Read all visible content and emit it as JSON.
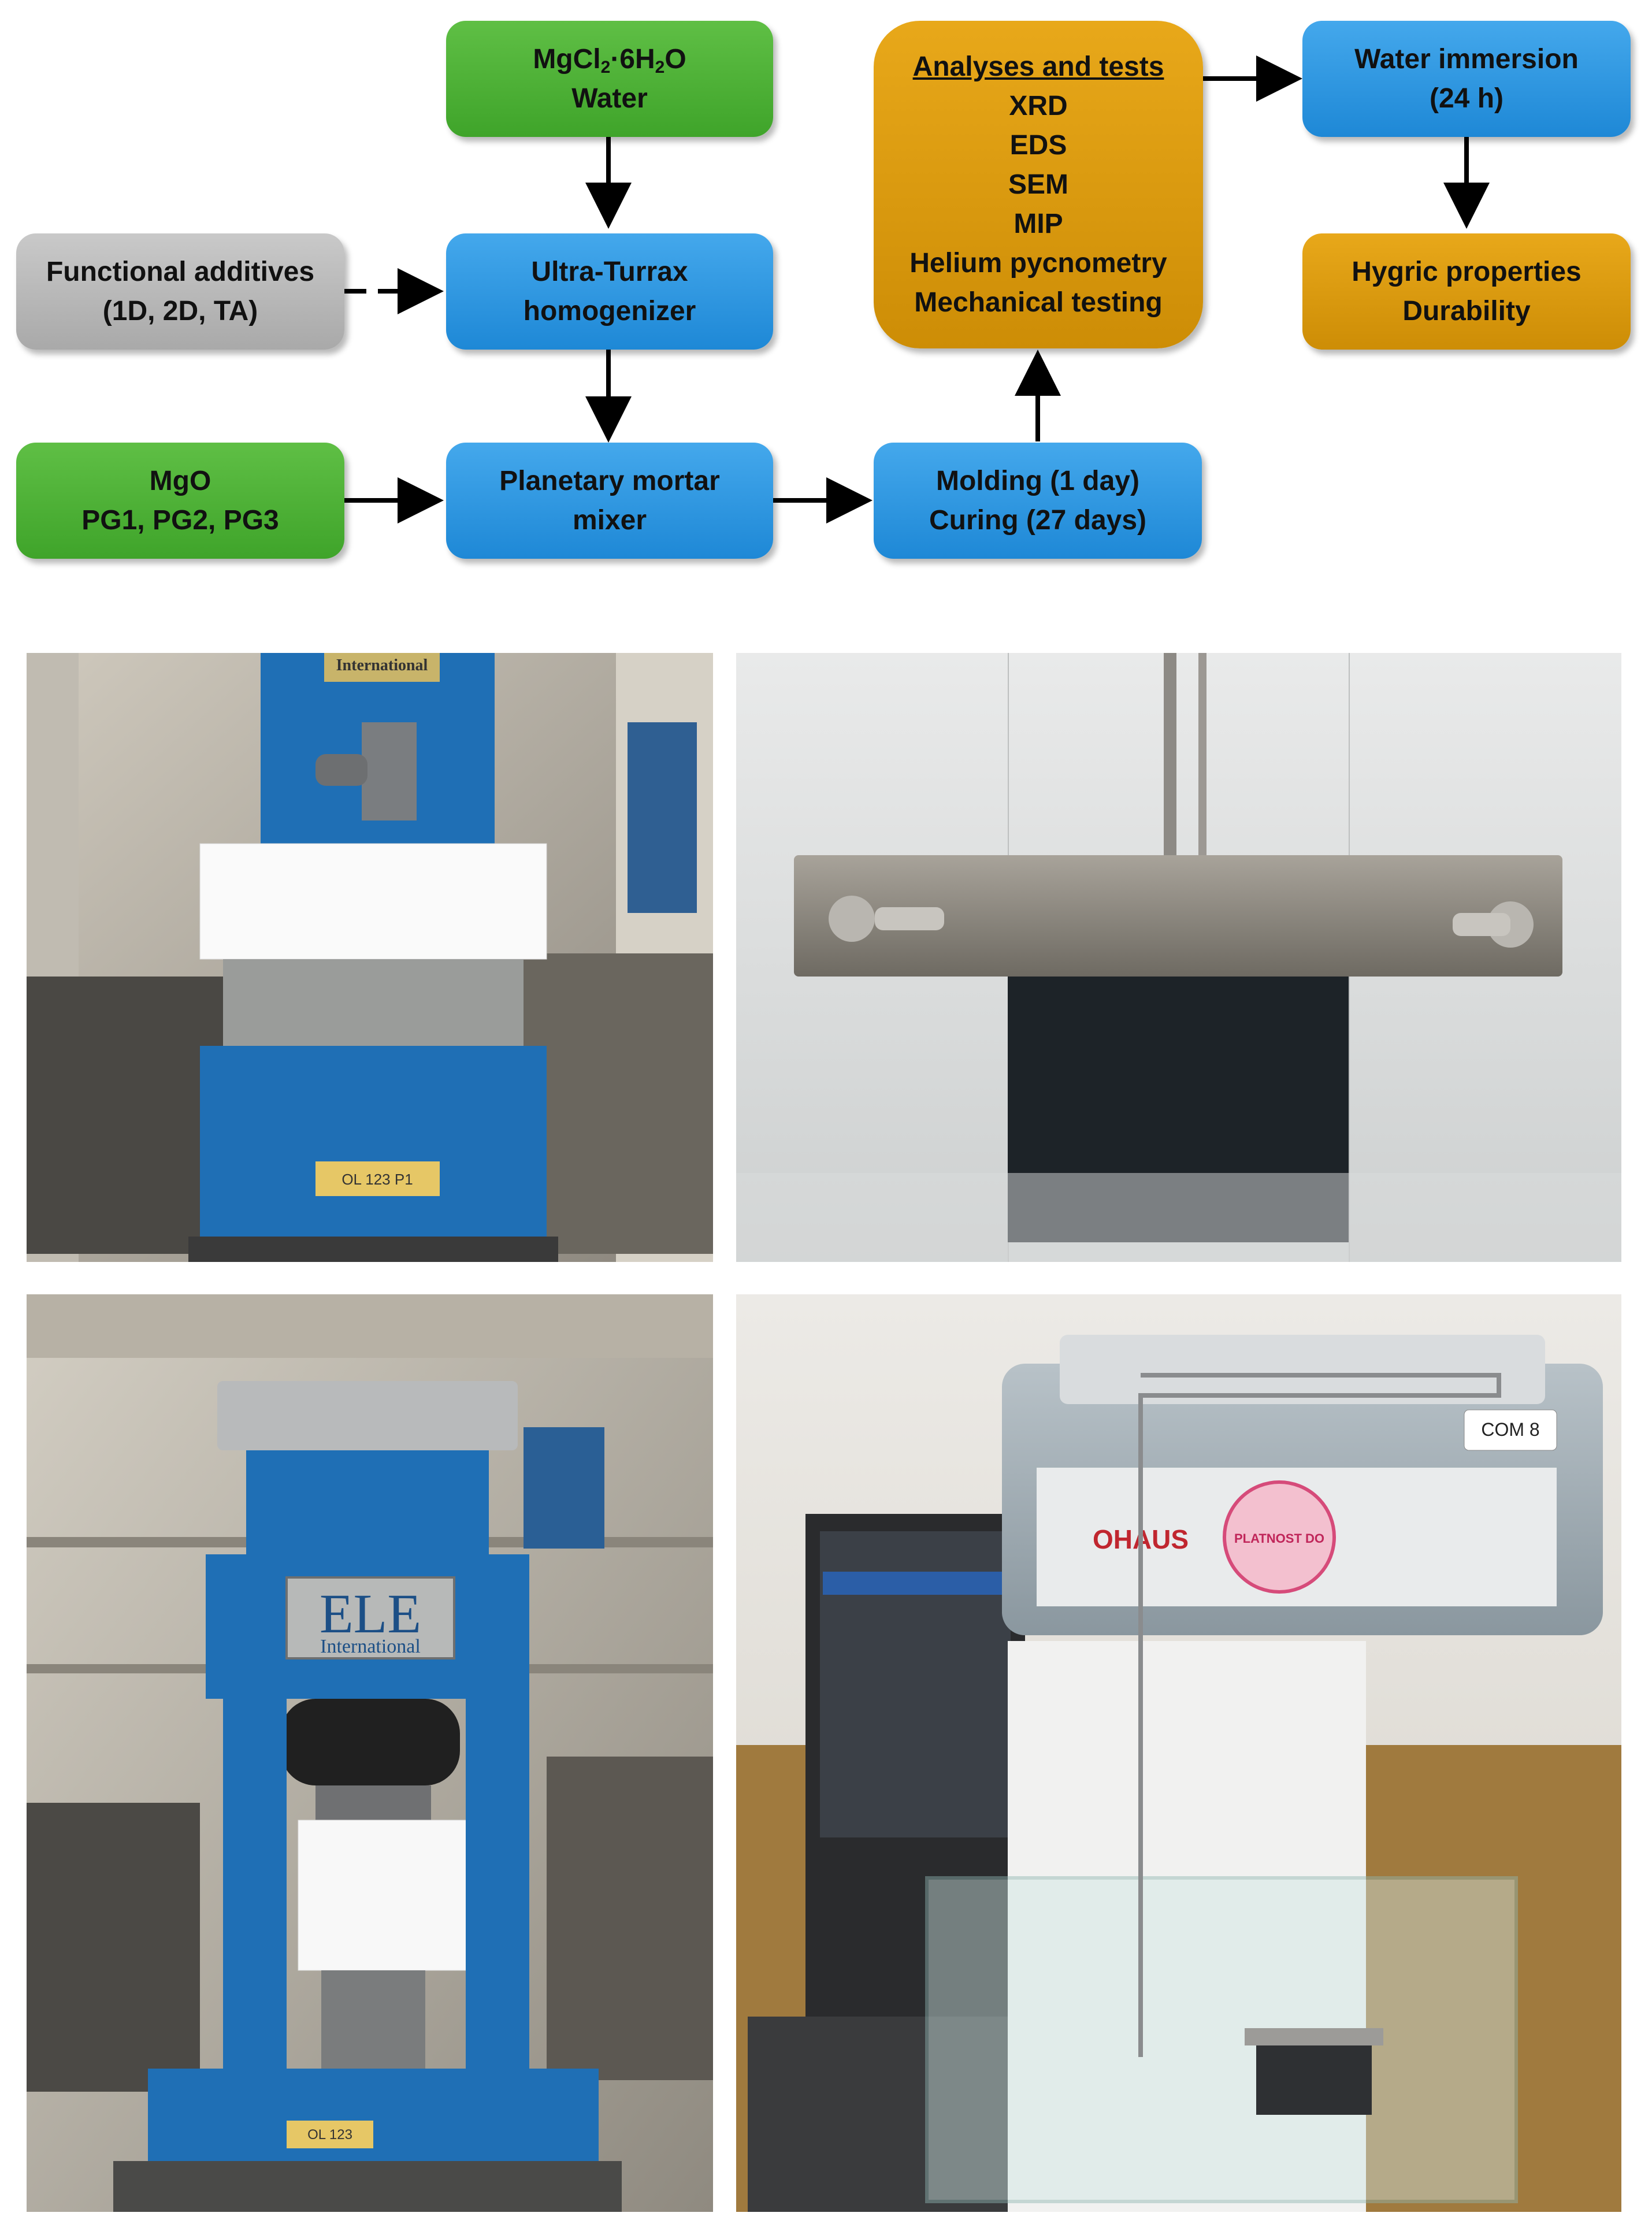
{
  "flowchart": {
    "mgcl2": {
      "line1": "MgCl₂·6H₂O",
      "line2": "Water"
    },
    "additives": {
      "line1": "Functional additives",
      "line2": "(1D, 2D, TA)"
    },
    "homogenizer": {
      "line1": "Ultra-Turrax",
      "line2": "homogenizer"
    },
    "mgo": {
      "line1": "MgO",
      "line2": "PG1, PG2, PG3"
    },
    "mixer": {
      "line1": "Planetary mortar",
      "line2": "mixer"
    },
    "molding": {
      "line1": "Molding (1 day)",
      "line2": "Curing (27 days)"
    },
    "analyses": {
      "title": "Analyses and tests",
      "items": [
        "XRD",
        "EDS",
        "SEM",
        "MIP",
        "Helium pycnometry",
        "Mechanical testing"
      ]
    },
    "immersion": {
      "line1": "Water immersion",
      "line2": "(24 h)"
    },
    "hygric": {
      "line1": "Hygric properties",
      "line2": "Durability"
    }
  },
  "photos": {
    "p1": {
      "brand": "International",
      "label": "OL 123 P1"
    },
    "p3": {
      "brand": "ELE",
      "sub": "International",
      "label": "OL 123"
    },
    "p4": {
      "brand": "OHAUS",
      "tag": "COM 8",
      "seal": "PLATNOST DO"
    }
  },
  "colors": {
    "green": "#3fa42a",
    "blue": "#1e88d6",
    "gray": "#a9a9a9",
    "gold": "#cd8d06",
    "machine_blue": "#1f6fb5"
  }
}
